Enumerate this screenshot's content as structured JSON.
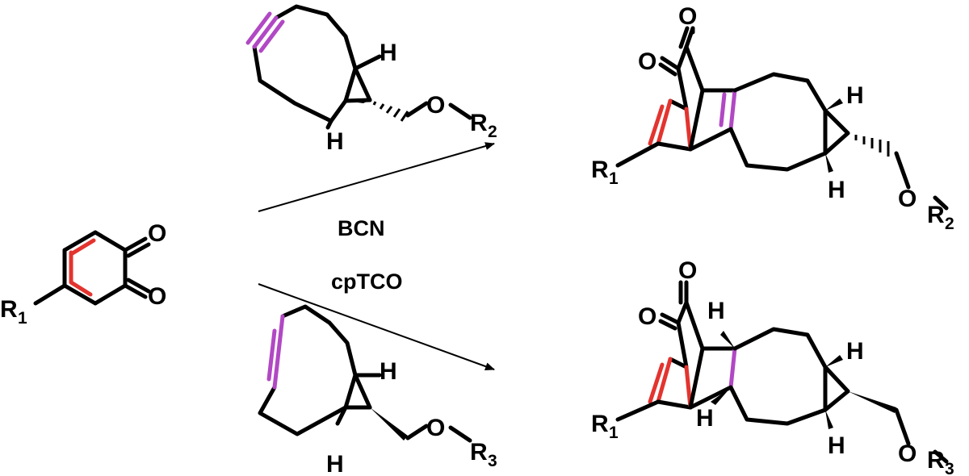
{
  "reagents": {
    "top_label": "BCN",
    "bottom_label": "cpTCO"
  },
  "atoms": {
    "oxygen": "O",
    "hydrogen": "H",
    "r": "R",
    "r1_index": "1",
    "r2_index": "2",
    "r3_index": "3"
  },
  "colors": {
    "quinone_diene": "#e3342f",
    "dienophile_bond": "#b148c4",
    "bonds": "#000000"
  }
}
